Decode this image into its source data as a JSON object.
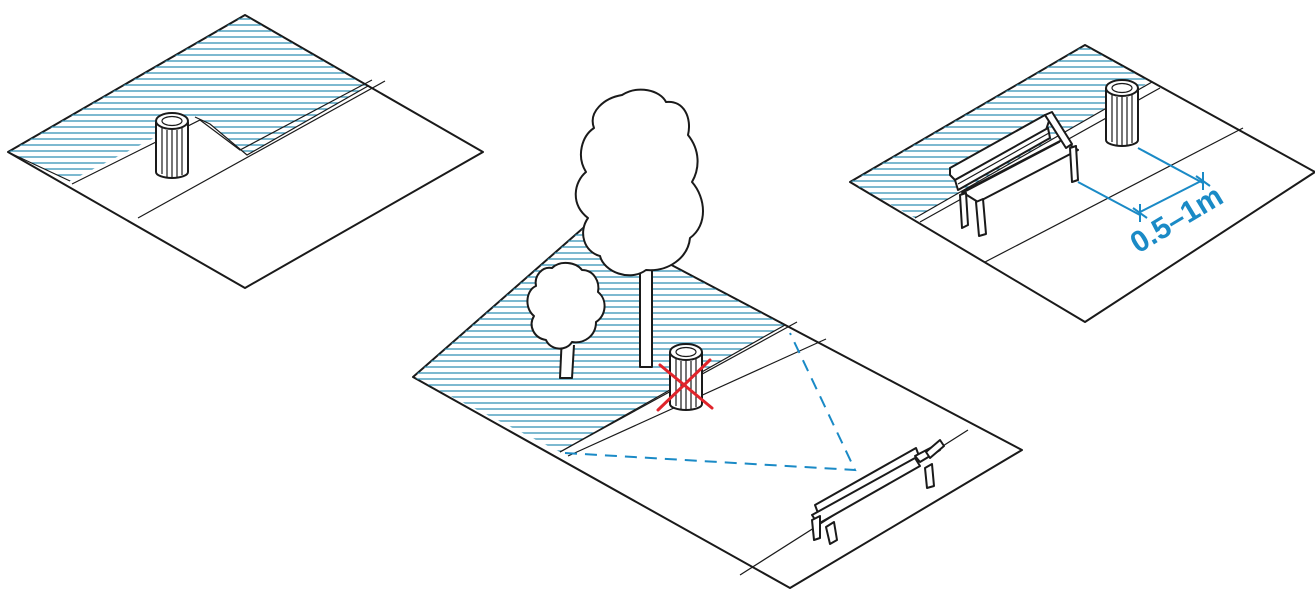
{
  "colors": {
    "line": "#1a1a1a",
    "hatch": "#2f8fb3",
    "accent_blue": "#1a8ac6",
    "cross_red": "#e0242b",
    "background": "#ffffff"
  },
  "panels": [
    {
      "name": "left-panel",
      "elements": [
        "planting-strip-hatch",
        "litter-bin"
      ]
    },
    {
      "name": "center-panel",
      "elements": [
        "planting-strip-hatch",
        "tree-large",
        "tree-small",
        "litter-bin",
        "red-cross",
        "sightline-triangle",
        "bench"
      ]
    },
    {
      "name": "right-panel",
      "elements": [
        "planting-strip-hatch",
        "bench",
        "litter-bin",
        "dimension-line"
      ]
    }
  ],
  "dimension": {
    "label": "0.5–1m"
  }
}
